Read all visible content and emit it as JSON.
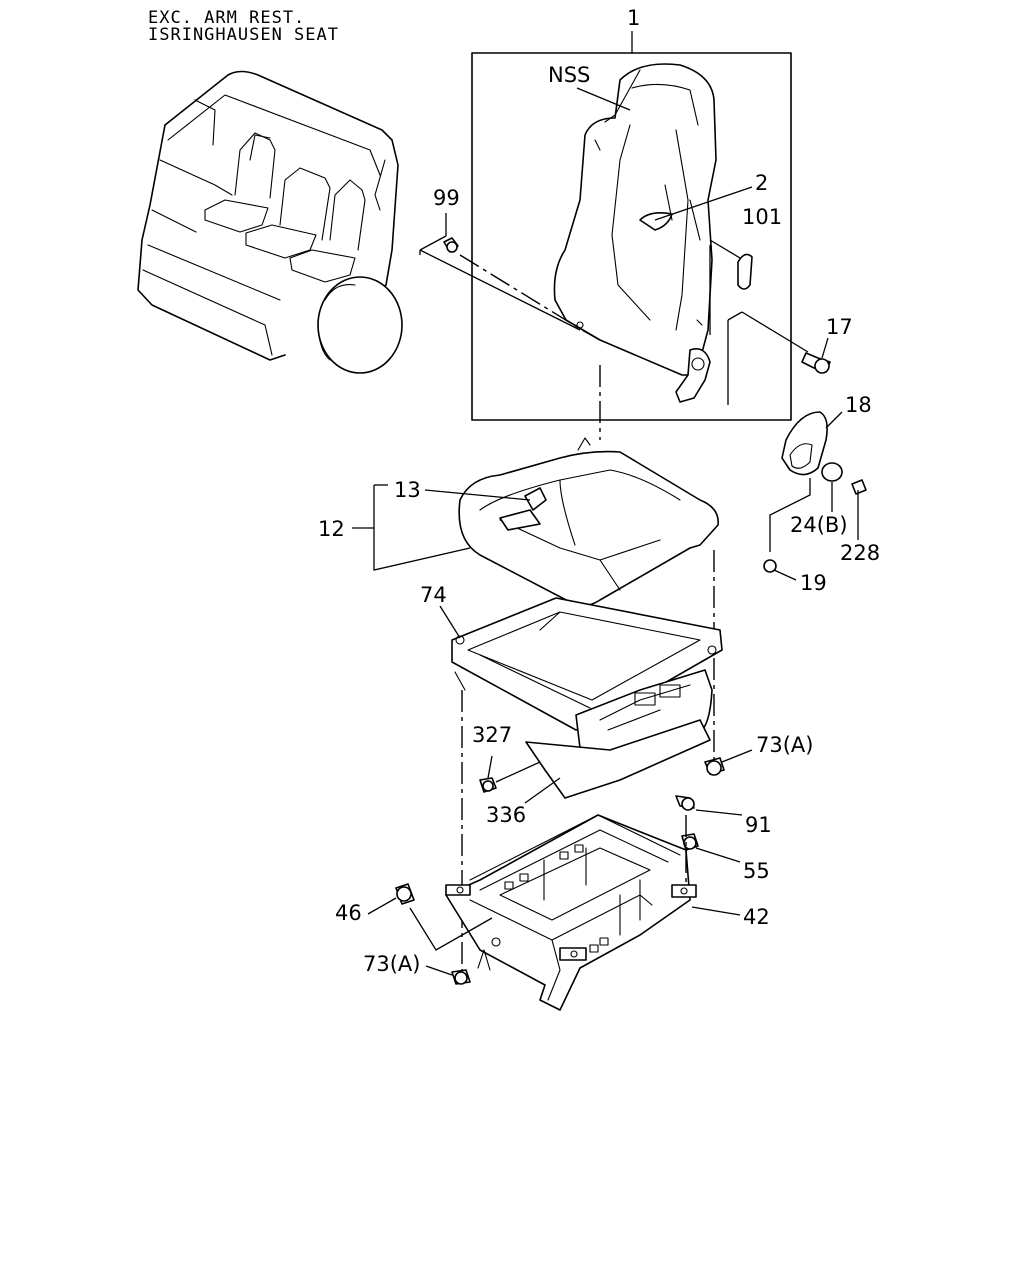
{
  "header": {
    "line1": "EXC. ARM REST.",
    "line2": "ISRINGHAUSEN SEAT"
  },
  "callouts": {
    "p1": "1",
    "nss": "NSS",
    "p2": "2",
    "p99": "99",
    "p101": "101",
    "p17": "17",
    "p18": "18",
    "p13": "13",
    "p12": "12",
    "p24b": "24(B)",
    "p228": "228",
    "p19": "19",
    "p74": "74",
    "p327": "327",
    "p73a_right": "73(A)",
    "p336": "336",
    "p91": "91",
    "p55": "55",
    "p46": "46",
    "p42": "42",
    "p73a_left": "73(A)"
  }
}
